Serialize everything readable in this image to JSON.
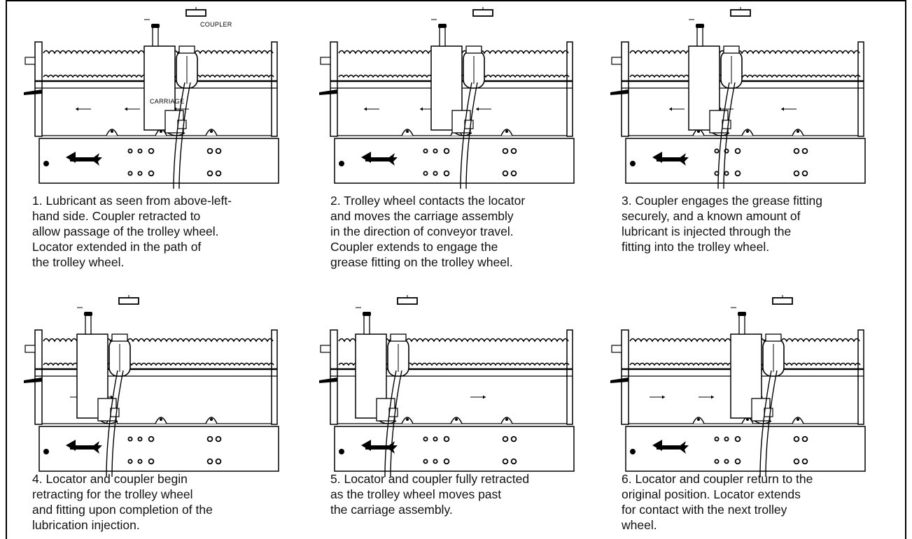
{
  "steps": [
    {
      "caption": "1. Lubricant as seen from above-left-\n    hand side. Coupler retracted to\n    allow passage of the trolley wheel.\n    Locator extended in the path of\n    the trolley wheel.",
      "labels": {
        "coupler": "COUPLER",
        "carriage": "CARRIAGE"
      },
      "carriage_position": 0.62,
      "travel_direction": "left"
    },
    {
      "caption": "2. Trolley wheel contacts the locator\n    and moves the carriage assembly\n    in the direction of conveyor travel.\n    Coupler extends to engage the\n    grease fitting on the trolley wheel.",
      "carriage_position": 0.58,
      "travel_direction": "left"
    },
    {
      "caption": "3. Coupler engages the grease fitting\n    securely, and a known amount of\n    lubricant is injected through the\n    fitting into the trolley wheel.",
      "carriage_position": 0.42,
      "travel_direction": "left"
    },
    {
      "caption": "4. Locator and coupler begin\n    retracting for the trolley wheel\n    and fitting upon completion of the\n    lubrication injection.",
      "carriage_position": 0.3,
      "travel_direction": "right"
    },
    {
      "caption": "5. Locator and coupler fully retracted\n    as the trolley wheel moves past\n    the carriage assembly.",
      "carriage_position": 0.22,
      "travel_direction": "right"
    },
    {
      "caption": "6. Locator and coupler return to the\n    original position. Locator extends\n    for contact with the next trolley\n    wheel.",
      "carriage_position": 0.62,
      "travel_direction": "right"
    }
  ]
}
